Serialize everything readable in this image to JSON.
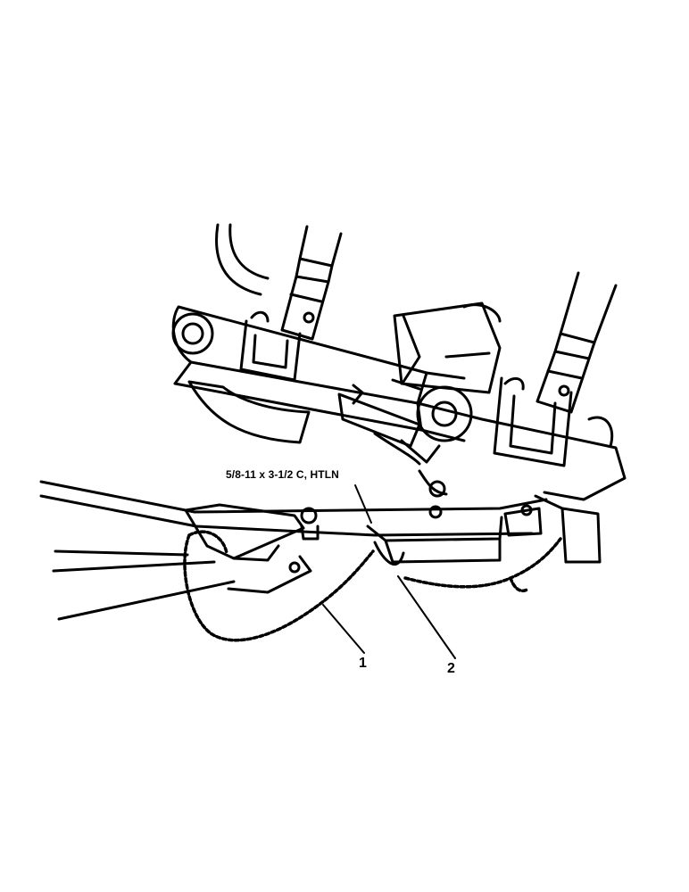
{
  "illustration": {
    "spec_label": "5/8-11 x 3-1/2 C, HTLN",
    "callouts": [
      "1",
      "2"
    ],
    "line_color": "#000000",
    "background_color": "#ffffff"
  }
}
